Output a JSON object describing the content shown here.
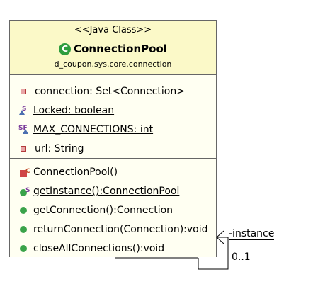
{
  "diagram": {
    "class": {
      "stereotype": "<<Java Class>>",
      "name": "ConnectionPool",
      "package": "d_coupon.sys.core.connection",
      "icon": "class-icon",
      "icon_glyph": "C",
      "attributes": [
        {
          "label": "connection: Set<Connection>",
          "icon": "private-field-icon",
          "static": false
        },
        {
          "label": "Locked: boolean",
          "icon": "static-field-icon",
          "static": true,
          "icon_sup": "S"
        },
        {
          "label": "MAX_CONNECTIONS: int",
          "icon": "static-final-field-icon",
          "static": true,
          "icon_sup": "SF"
        },
        {
          "label": "url: String",
          "icon": "private-field-icon",
          "static": false
        }
      ],
      "operations": [
        {
          "label": "ConnectionPool()",
          "icon": "constructor-method-icon",
          "static": false,
          "icon_sup": "C"
        },
        {
          "label": "getInstance():ConnectionPool",
          "icon": "static-method-icon",
          "static": true,
          "icon_sup": "S"
        },
        {
          "label": "getConnection():Connection",
          "icon": "public-method-icon",
          "static": false
        },
        {
          "label": "returnConnection(Connection):void",
          "icon": "public-method-icon",
          "static": false
        },
        {
          "label": "closeAllConnections():void",
          "icon": "public-method-icon",
          "static": false
        }
      ]
    },
    "association": {
      "role": "-instance",
      "multiplicity": "0..1"
    },
    "colors": {
      "header_bg": "#fbf9c8",
      "body_bg": "#fffff2",
      "border": "#666666",
      "public_method": "#3aa34a",
      "private_field": "#b33a3a"
    }
  }
}
